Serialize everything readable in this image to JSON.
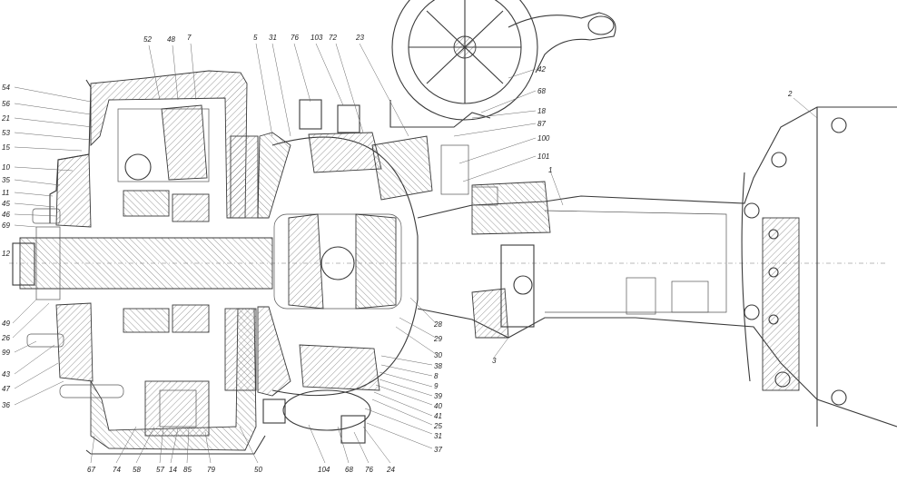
{
  "callouts": {
    "left": [
      {
        "id": "l54",
        "text": "54"
      },
      {
        "id": "l56",
        "text": "56"
      },
      {
        "id": "l21",
        "text": "21"
      },
      {
        "id": "l53",
        "text": "53"
      },
      {
        "id": "l15",
        "text": "15"
      },
      {
        "id": "l10",
        "text": "10"
      },
      {
        "id": "l35",
        "text": "35"
      },
      {
        "id": "l11",
        "text": "11"
      },
      {
        "id": "l45",
        "text": "45"
      },
      {
        "id": "l46",
        "text": "46"
      },
      {
        "id": "l69",
        "text": "69"
      },
      {
        "id": "l12",
        "text": "12"
      },
      {
        "id": "l49",
        "text": "49"
      },
      {
        "id": "l26",
        "text": "26"
      },
      {
        "id": "l99",
        "text": "99"
      },
      {
        "id": "l43",
        "text": "43"
      },
      {
        "id": "l47",
        "text": "47"
      },
      {
        "id": "l36",
        "text": "36"
      }
    ],
    "top": [
      {
        "id": "t52",
        "text": "52"
      },
      {
        "id": "t48",
        "text": "48"
      },
      {
        "id": "t7",
        "text": "7"
      },
      {
        "id": "t5",
        "text": "5"
      },
      {
        "id": "t31",
        "text": "31"
      },
      {
        "id": "t76",
        "text": "76"
      },
      {
        "id": "t103",
        "text": "103"
      },
      {
        "id": "t72",
        "text": "72"
      },
      {
        "id": "t23",
        "text": "23"
      }
    ],
    "right": [
      {
        "id": "r42",
        "text": "42"
      },
      {
        "id": "r68",
        "text": "68"
      },
      {
        "id": "r18",
        "text": "18"
      },
      {
        "id": "r87",
        "text": "87"
      },
      {
        "id": "r100",
        "text": "100"
      },
      {
        "id": "r101",
        "text": "101"
      },
      {
        "id": "r1",
        "text": "1"
      },
      {
        "id": "r2",
        "text": "2"
      },
      {
        "id": "r28",
        "text": "28"
      },
      {
        "id": "r29",
        "text": "29"
      },
      {
        "id": "r30",
        "text": "30"
      },
      {
        "id": "r3",
        "text": "3"
      },
      {
        "id": "r38",
        "text": "38"
      },
      {
        "id": "r8",
        "text": "8"
      },
      {
        "id": "r9",
        "text": "9"
      },
      {
        "id": "r39",
        "text": "39"
      },
      {
        "id": "r40",
        "text": "40"
      },
      {
        "id": "r41",
        "text": "41"
      },
      {
        "id": "r25",
        "text": "25"
      },
      {
        "id": "r31",
        "text": "31"
      },
      {
        "id": "r37",
        "text": "37"
      }
    ],
    "bottom": [
      {
        "id": "b67",
        "text": "67"
      },
      {
        "id": "b74",
        "text": "74"
      },
      {
        "id": "b58",
        "text": "58"
      },
      {
        "id": "b57",
        "text": "57"
      },
      {
        "id": "b14",
        "text": "14"
      },
      {
        "id": "b85",
        "text": "85"
      },
      {
        "id": "b79",
        "text": "79"
      },
      {
        "id": "b50",
        "text": "50"
      },
      {
        "id": "b104",
        "text": "104"
      },
      {
        "id": "b68",
        "text": "68"
      },
      {
        "id": "b76",
        "text": "76"
      },
      {
        "id": "b24",
        "text": "24"
      }
    ]
  }
}
